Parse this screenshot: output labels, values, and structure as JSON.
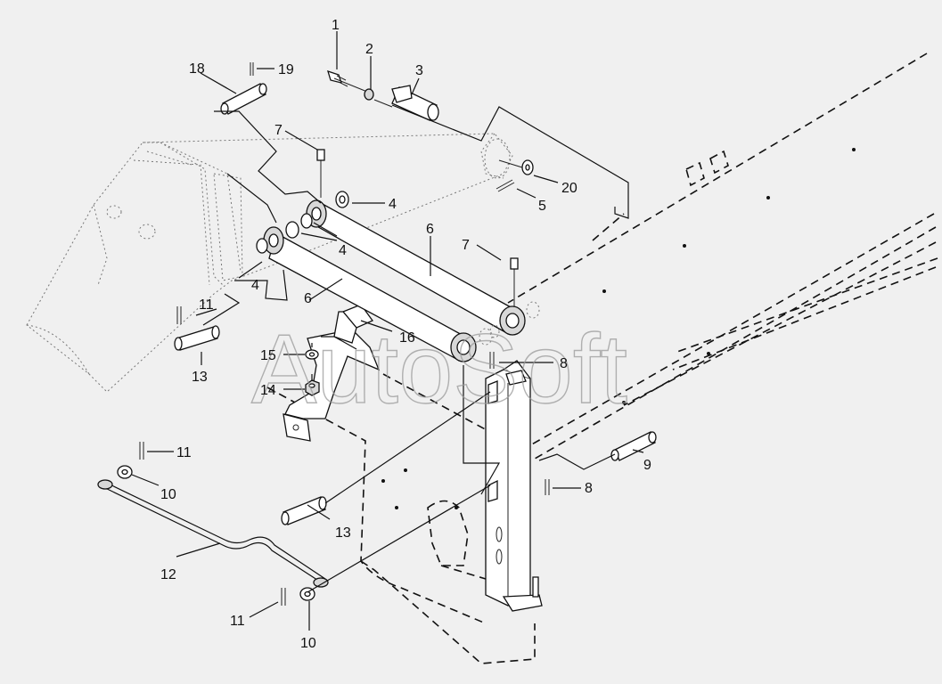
{
  "watermark": "AutoSoft",
  "callouts": {
    "c1": "1",
    "c2": "2",
    "c3": "3",
    "c4a": "4",
    "c4b": "4",
    "c4c": "4",
    "c5": "5",
    "c6a": "6",
    "c6b": "6",
    "c7a": "7",
    "c7b": "7",
    "c8a": "8",
    "c8b": "8",
    "c9": "9",
    "c10a": "10",
    "c10b": "10",
    "c11a": "11",
    "c11b": "11",
    "c11c": "11",
    "c12": "12",
    "c13a": "13",
    "c13b": "13",
    "c14": "14",
    "c15": "15",
    "c16": "16",
    "c18": "18",
    "c19": "19",
    "c20": "20"
  }
}
